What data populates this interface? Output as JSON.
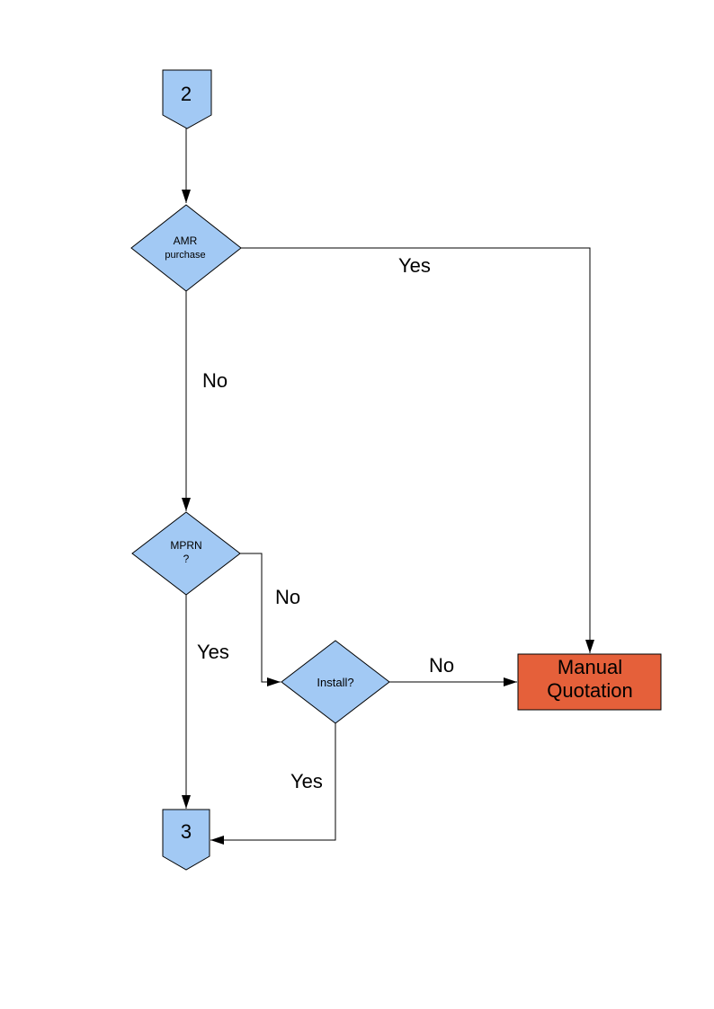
{
  "colors": {
    "background": "#ffffff",
    "node_fill": "#A2C9F4",
    "node_stroke": "#000000",
    "action_fill": "#E5603A",
    "action_stroke": "#000000",
    "connector_line": "#000000",
    "text_color": "#000000"
  },
  "nodes": {
    "connector2": {
      "label": "2"
    },
    "amr": {
      "line1": "AMR",
      "line2": "purchase"
    },
    "mprn": {
      "line1": "MPRN",
      "line2": "?"
    },
    "install": {
      "label": "Install?"
    },
    "manual_quotation": {
      "line1": "Manual",
      "line2": "Quotation"
    },
    "connector3": {
      "label": "3"
    }
  },
  "edges": {
    "amr_yes": "Yes",
    "amr_no": "No",
    "mprn_no": "No",
    "mprn_yes": "Yes",
    "install_no": "No",
    "install_yes": "Yes"
  }
}
